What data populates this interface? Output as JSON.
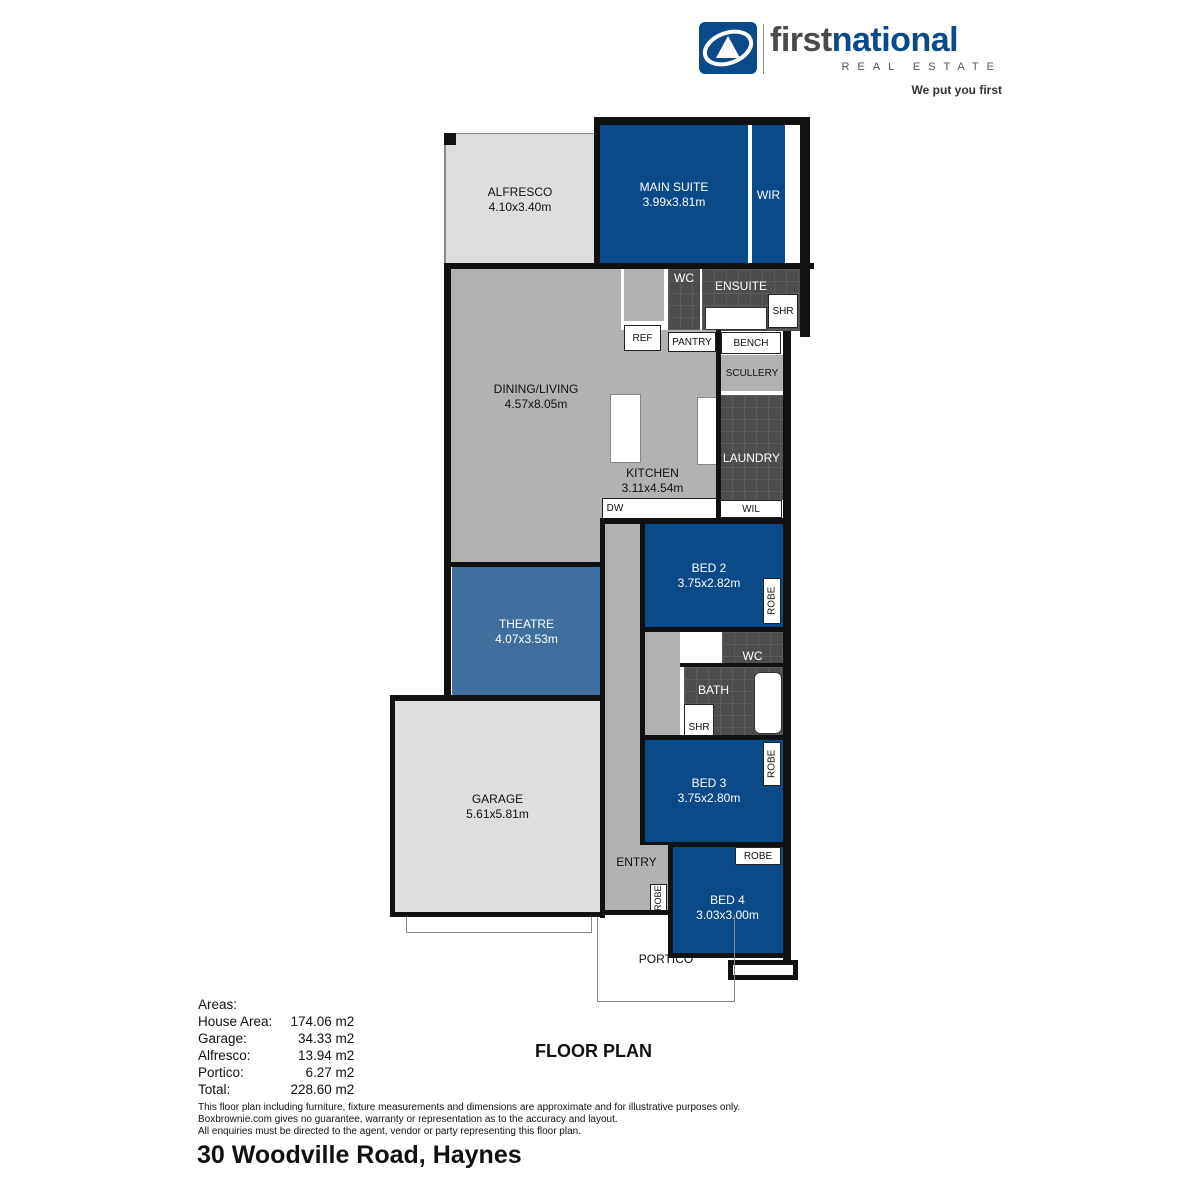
{
  "logo": {
    "word_first": "first",
    "word_national": "national",
    "sub": "REAL ESTATE",
    "tagline": "We put you first",
    "brand_color": "#0a4a88",
    "gray_color": "#4a4a4a"
  },
  "rooms": {
    "alfresco": {
      "name": "ALFRESCO",
      "dim": "4.10x3.40m"
    },
    "main_suite": {
      "name": "MAIN SUITE",
      "dim": "3.99x3.81m"
    },
    "wir": {
      "name": "WIR"
    },
    "wc1": {
      "name": "WC"
    },
    "ensuite": {
      "name": "ENSUITE"
    },
    "shr1": {
      "name": "SHR"
    },
    "ref": {
      "name": "REF"
    },
    "pantry": {
      "name": "PANTRY"
    },
    "bench": {
      "name": "BENCH"
    },
    "scullery": {
      "name": "SCULLERY"
    },
    "dining": {
      "name": "DINING/LIVING",
      "dim": "4.57x8.05m"
    },
    "kitchen": {
      "name": "KITCHEN",
      "dim": "3.11x4.54m"
    },
    "laundry": {
      "name": "LAUNDRY"
    },
    "dw": {
      "name": "DW"
    },
    "wil": {
      "name": "WIL"
    },
    "bed2": {
      "name": "BED 2",
      "dim": "3.75x2.82m"
    },
    "robe2": {
      "name": "ROBE"
    },
    "theatre": {
      "name": "THEATRE",
      "dim": "4.07x3.53m"
    },
    "wc2": {
      "name": "WC"
    },
    "bath": {
      "name": "BATH"
    },
    "shr2": {
      "name": "SHR"
    },
    "garage": {
      "name": "GARAGE",
      "dim": "5.61x5.81m"
    },
    "bed3": {
      "name": "BED 3",
      "dim": "3.75x2.80m"
    },
    "robe3": {
      "name": "ROBE"
    },
    "robe4": {
      "name": "ROBE"
    },
    "entry": {
      "name": "ENTRY"
    },
    "robe_entry": {
      "name": "ROBE"
    },
    "bed4": {
      "name": "BED 4",
      "dim": "3.03x3.00m"
    },
    "portico": {
      "name": "PORTICO"
    }
  },
  "areas": {
    "heading": "Areas:",
    "rows": [
      {
        "label": "House Area:",
        "value": "174.06 m2"
      },
      {
        "label": "Garage:",
        "value": "34.33 m2"
      },
      {
        "label": "Alfresco:",
        "value": "13.94 m2"
      },
      {
        "label": "Portico:",
        "value": "6.27 m2"
      },
      {
        "label": "Total:",
        "value": "228.60 m2"
      }
    ]
  },
  "plan_title": "FLOOR PLAN",
  "disclaimer": [
    "This floor plan including furniture, fixture measurements and dimensions are approximate and for illustrative purposes only.",
    "Boxbrownie.com gives no guarantee, warranty or representation as to the accuracy and layout.",
    "All enquiries must be directed to the agent, vendor or party representing this floor plan."
  ],
  "address": "30 Woodville Road, Haynes"
}
